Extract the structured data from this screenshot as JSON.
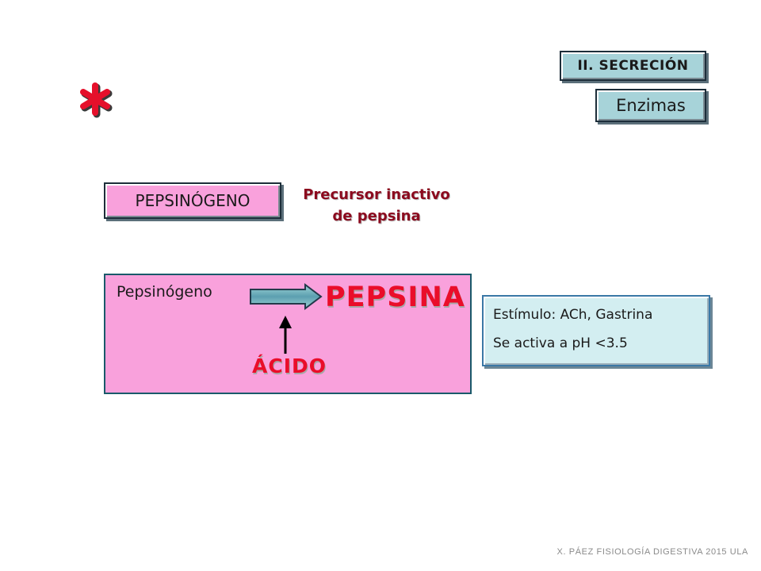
{
  "header": {
    "section_label": "II. SECRECIÓN",
    "topic_label": "Enzimas"
  },
  "definition": {
    "term": "PEPSINÓGENO",
    "description_line1": "Precursor inactivo",
    "description_line2": "de pepsina"
  },
  "diagram": {
    "source_label": "Pepsinógeno",
    "product_label": "PEPSINA",
    "activator_label": "ÁCIDO"
  },
  "info": {
    "lines": [
      "Estímulo: ACh, Gastrina",
      "Se activa a pH <3.5"
    ]
  },
  "footer": {
    "credit": "X. PÁEZ   FISIOLOGÍA DIGESTIVA 2015  ULA"
  },
  "colors": {
    "accent_red": "#ea0d2a",
    "panel_pink": "#f9a1dc",
    "box_teal": "#a7d3d9",
    "info_bg": "#d3eef1",
    "asterisk_red": "#e5102b"
  },
  "icons": {
    "bullet": "asterisk-icon",
    "arrow": "right-arrow-icon",
    "up_arrow": "up-arrow-icon"
  }
}
